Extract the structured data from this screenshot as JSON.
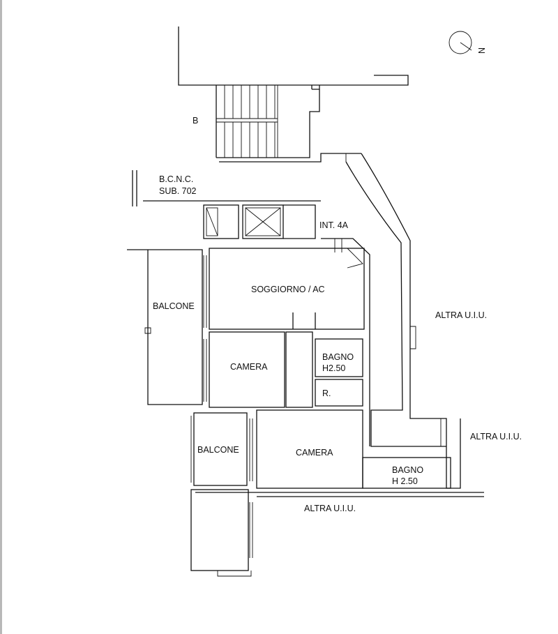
{
  "labels": {
    "stair_block": "B",
    "bcnc_line1": "B.C.N.C.",
    "bcnc_line2": "SUB. 702",
    "unit": "INT. 4A",
    "living": "SOGGIORNO / AC",
    "balcony_1": "BALCONE",
    "bedroom_1": "CAMERA",
    "bath_1_line1": "BAGNO",
    "bath_1_line2": "H2.50",
    "storage": "R.",
    "balcony_2": "BALCONE",
    "bedroom_2": "CAMERA",
    "bath_2_line1": "BAGNO",
    "bath_2_line2": "H 2.50",
    "other_unit_east": "ALTRA U.I.U.",
    "other_unit_right": "ALTRA U.I.U.",
    "other_unit_south": "ALTRA U.I.U.",
    "north": "N"
  },
  "colors": {
    "line": "#111111",
    "background": "#ffffff"
  }
}
